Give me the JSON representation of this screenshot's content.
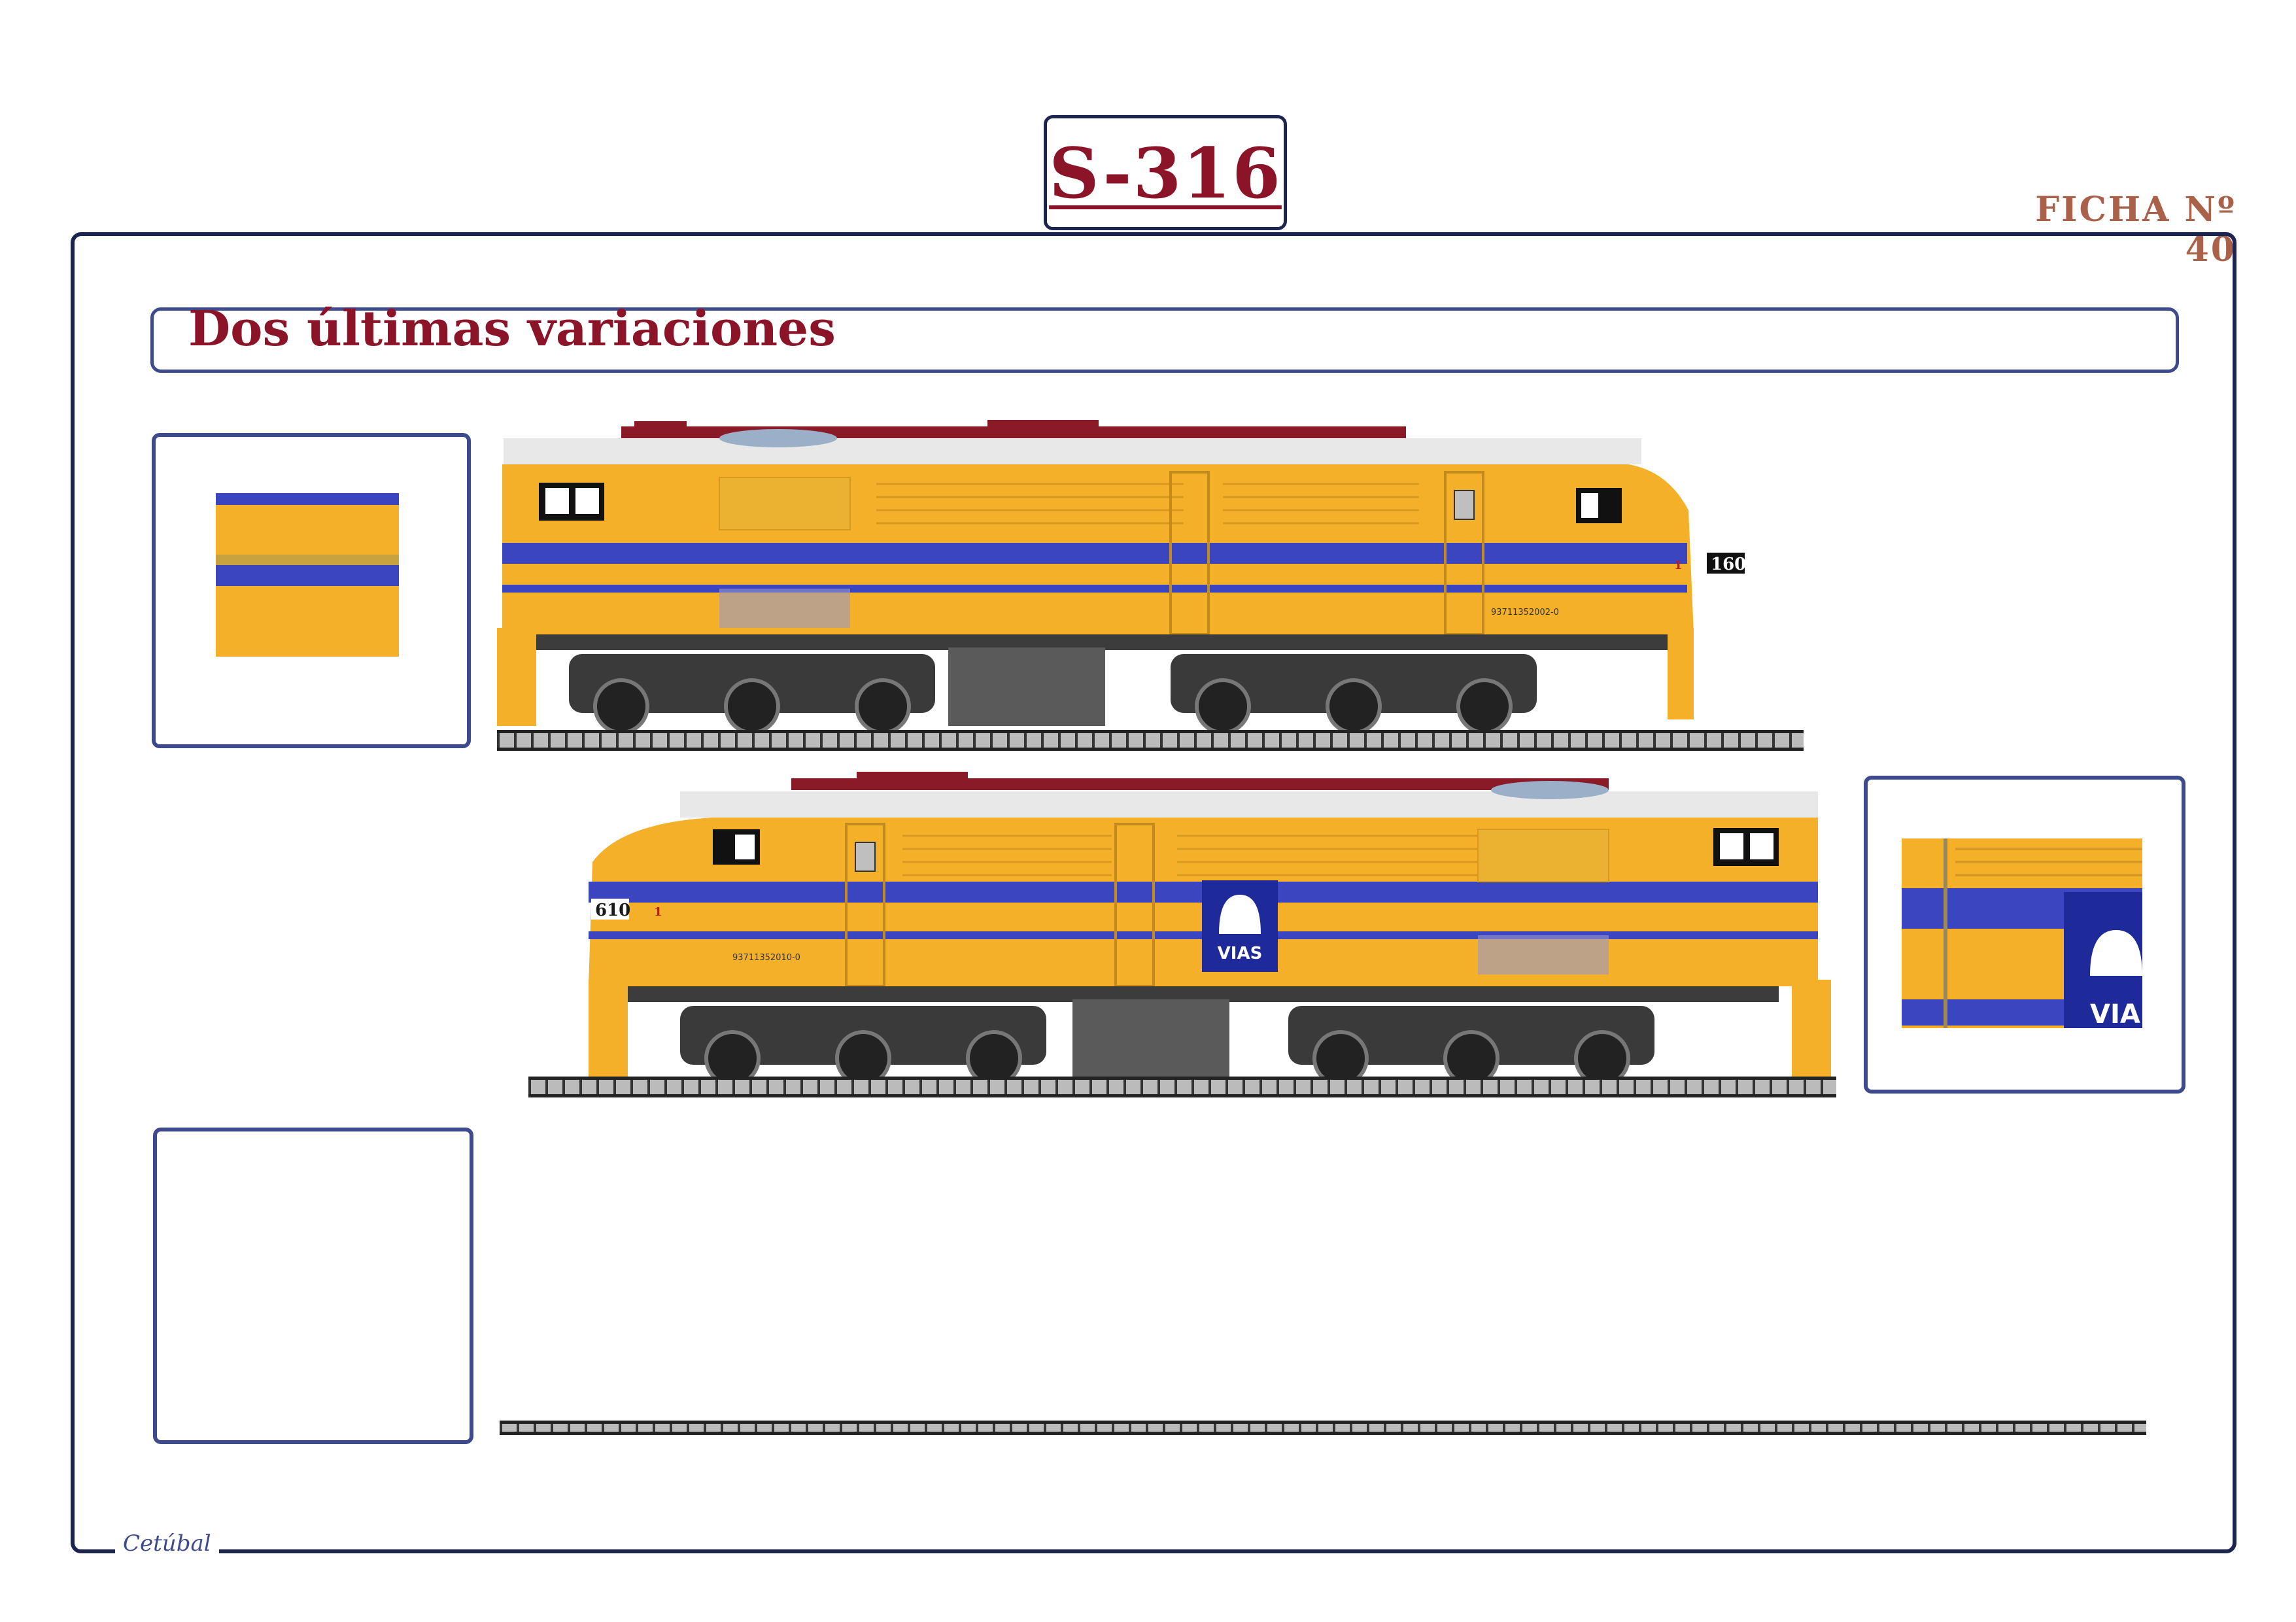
{
  "header": {
    "title": "S-316",
    "ficha": "FICHA Nº 40"
  },
  "section": {
    "title": "Dos últimas variaciones"
  },
  "locomotives": [
    {
      "number": "160",
      "serial": "93711352002-0",
      "side_mark": "1"
    },
    {
      "number": "610",
      "serial": "93711352010-0",
      "side_mark": "1",
      "logo_text": "VIAS"
    }
  ],
  "colors": {
    "body_yellow": "#f5b02a",
    "stripe_blue": "#3b45c0",
    "roof_red": "#8b1a28",
    "frame_navy": "#1c2550",
    "title_red": "#8b1428"
  },
  "signature": "Cetúbal"
}
